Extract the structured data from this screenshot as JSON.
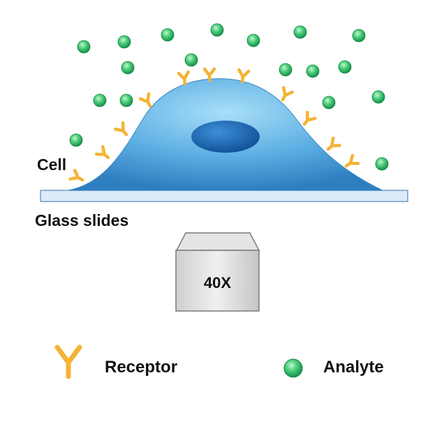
{
  "labels": {
    "cell": "Cell",
    "glass_slides": "Glass slides",
    "objective": "40X"
  },
  "legend": {
    "receptor": "Receptor",
    "analyte": "Analyte"
  },
  "colors": {
    "cell_light": "#9dd7f5",
    "cell_dark": "#2f7fc0",
    "nucleus": "#1a5fae",
    "slide_fill": "#dcebf7",
    "slide_stroke": "#6f9fc8",
    "receptor": "#f5b335",
    "analyte_light": "#b6f0c6",
    "analyte_dark": "#1e9f52",
    "objective_fill": "#e6e6e6",
    "objective_stroke": "#7a7a7a"
  },
  "icons": {
    "receptor": "receptor-icon",
    "analyte": "analyte-icon"
  }
}
